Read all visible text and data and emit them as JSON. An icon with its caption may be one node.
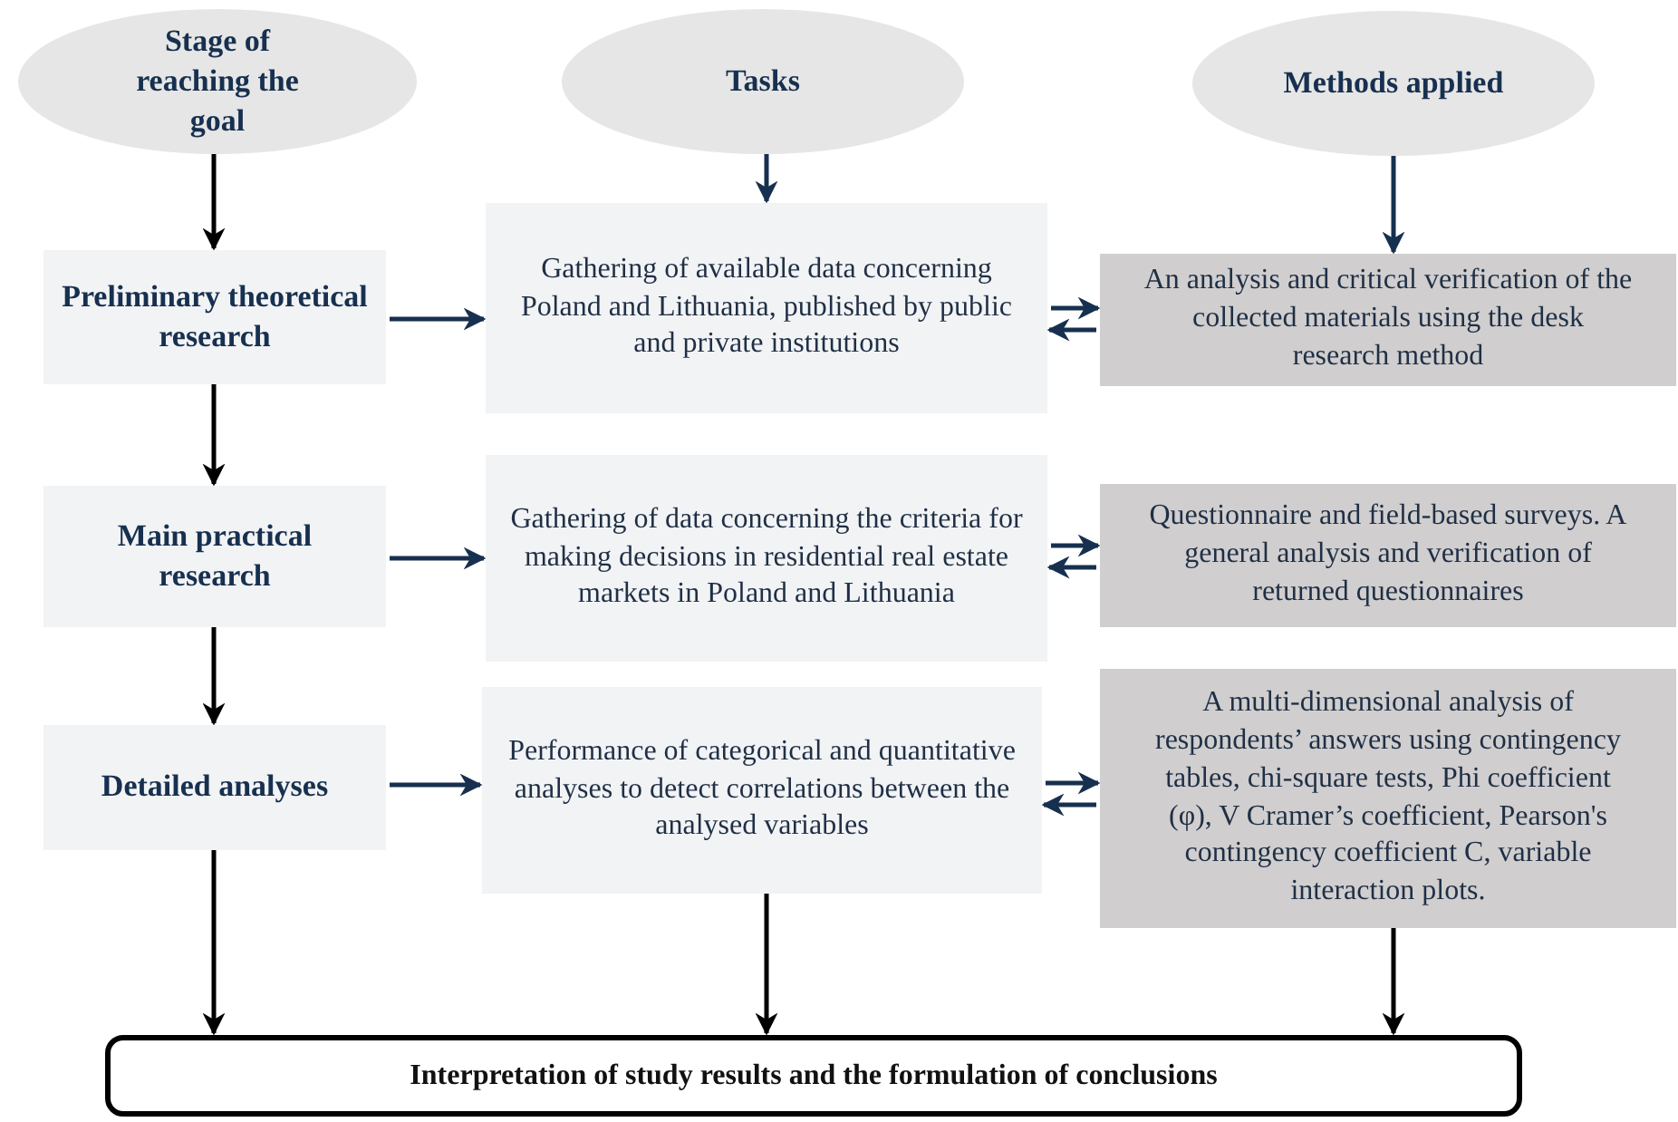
{
  "diagram": {
    "nodes": [
      {
        "text": [
          "Stage of reaching the goal"
        ]
      },
      {
        "text": [
          "Tasks"
        ]
      },
      {
        "text": [
          "Methods applied"
        ]
      },
      {
        "text": [
          "Preliminary theoretical research"
        ]
      },
      {
        "text": [
          "Gathering of available data concerning Poland and Lithuania, published by public and private institutions"
        ]
      },
      {
        "text": [
          "An analysis and critical verification of the collected materials using the desk research method"
        ]
      },
      {
        "text": [
          "Main practical research"
        ]
      },
      {
        "text": [
          "Gathering of data concerning the criteria for making decisions in residential real estate markets in Poland and Lithuania"
        ]
      },
      {
        "text": [
          "Questionnaire and field-based surveys. A general analysis and verification of returned questionnaires"
        ]
      },
      {
        "text": [
          "Detailed analyses"
        ]
      },
      {
        "text": [
          "Performance of categorical and quantitative analyses to detect correlations between the analysed variables"
        ]
      },
      {
        "text": [
          "A multi-dimensional analysis of respondents’ answers using contingency tables, chi-square tests, Phi coefficient (φ), V Cramer’s coefficient, Pearson's contingency coefficient C, variable interaction plots."
        ]
      },
      {
        "text": [
          "Interpretation of study results and the formulation of conclusions"
        ]
      }
    ],
    "edges": [
      {
        "from": 0,
        "to": 3,
        "arrow": "to",
        "color": "#000000"
      },
      {
        "from": 1,
        "to": 4,
        "arrow": "to"
      },
      {
        "from": 2,
        "to": 5,
        "arrow": "to"
      },
      {
        "from": 3,
        "to": 4,
        "arrow": "to"
      },
      {
        "from": 4,
        "to": 5,
        "arrow": "to"
      },
      {
        "from": 5,
        "to": 4,
        "arrow": "to"
      },
      {
        "from": 3,
        "to": 6,
        "arrow": "to",
        "color": "#000000"
      },
      {
        "from": 6,
        "to": 7,
        "arrow": "to"
      },
      {
        "from": 7,
        "to": 8,
        "arrow": "to"
      },
      {
        "from": 8,
        "to": 7,
        "arrow": "to"
      },
      {
        "from": 6,
        "to": 9,
        "arrow": "to",
        "color": "#000000"
      },
      {
        "from": 9,
        "to": 10,
        "arrow": "to"
      },
      {
        "from": 10,
        "to": 11,
        "arrow": "to"
      },
      {
        "from": 11,
        "to": 10,
        "arrow": "to"
      },
      {
        "from": 9,
        "to": 12,
        "arrow": "to",
        "color": "#000000"
      },
      {
        "from": 10,
        "to": 12,
        "arrow": "to",
        "color": "#000000"
      },
      {
        "from": 11,
        "to": 12,
        "arrow": "to",
        "color": "#000000"
      }
    ]
  }
}
